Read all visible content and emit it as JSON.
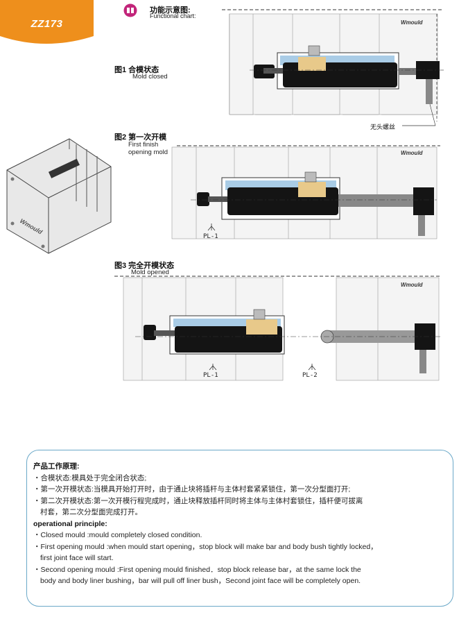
{
  "product_tag": {
    "code": "ZZ173",
    "color": "#ee8f1c"
  },
  "functional_chart": {
    "title_cn": "功能示意图:",
    "title_en": "Functional chart:"
  },
  "brand": "Wmould",
  "figures": [
    {
      "label_cn": "图1  合模状态",
      "label_en": "Mold closed"
    },
    {
      "label_cn": "图2 第一次开模",
      "label_en_line1": "First finish",
      "label_en_line2": "opening mold"
    },
    {
      "label_cn": "图3 完全开模状态",
      "label_en": "Mold opened"
    }
  ],
  "callout_headless_screw": "无头螺丝",
  "parting_lines": {
    "pl1": "PL-1",
    "pl2": "PL-2"
  },
  "principle": {
    "heading_cn": "产品工作原理:",
    "items_cn": [
      "・合模状态:模具处于完全闭合状态;",
      "・第一次开模状态:当模具开始打开时，由于通止块将插杆与主体村套紧紧锁住，第一次分型面打开;",
      "・第二次开模状态:第一次开模行程完成时，通止块释放插杆同时将主体与主体村套锁住，插杆便可拔离",
      "村套，第二次分型面完成打开。"
    ],
    "heading_en": "operational principle:",
    "items_en": [
      "・Closed mould :mould completely closed condition.",
      "・First opening mould :when mould start opening，stop block will make bar and body bush tightly locked，",
      "first joint face will start.",
      "・Second opening mould :First opening mould finished．stop block release bar，at the same lock the",
      "body and body liner bushing，bar will pull off liner bush，Second joint face will be completely open."
    ]
  },
  "colors": {
    "accent": "#ee8f1c",
    "border": "#6aa8c8",
    "cylinder": "#141414",
    "sleeve": "#a9cce6",
    "block": "#e8c98a"
  }
}
